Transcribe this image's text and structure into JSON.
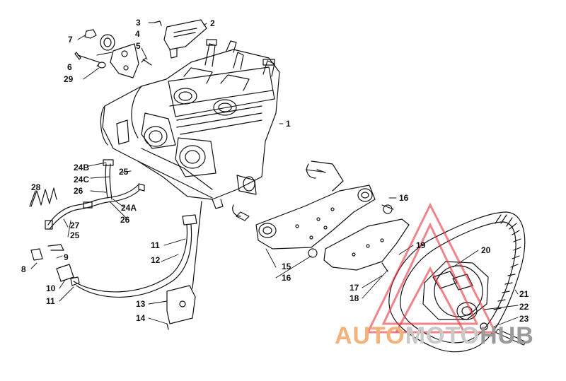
{
  "diagram": {
    "callouts": [
      "1",
      "2",
      "3",
      "4",
      "5",
      "6",
      "7",
      "8",
      "9",
      "10",
      "11",
      "11",
      "12",
      "13",
      "14",
      "15",
      "16",
      "16",
      "17",
      "18",
      "19",
      "20",
      "21",
      "22",
      "23",
      "24A",
      "24B",
      "24C",
      "25",
      "25",
      "26",
      "26",
      "27",
      "28",
      "29"
    ],
    "watermark": {
      "part_a": "AUTO",
      "part_b": "MOTO",
      "part_c": "HUB",
      "colors": {
        "accent": "#e8323c",
        "orange": "#f2b27a",
        "gray": "#9a9a9a"
      }
    }
  }
}
